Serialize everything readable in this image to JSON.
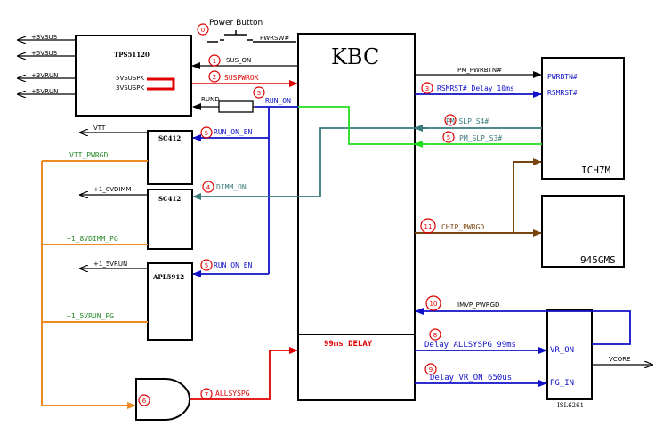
{
  "blocks": {
    "tps": "TPS51120",
    "kbc": "KBC",
    "sc412a": "SC412",
    "sc412b": "SC412",
    "apl": "APL5912",
    "ich": "ICH7M",
    "gms": "945GMS",
    "isl": "ISL6261",
    "delay": "99ms DELAY"
  },
  "power_button": "Power Button",
  "rails": {
    "v3vsus": "+3VSUS",
    "v5vsus": "+5VSUS",
    "v3vrun": "+3VRUN",
    "v5vrun": "+5VRUN",
    "vtt": "VTT",
    "v18dimm": "+1_8VDIMM",
    "v15run": "+1_5VRUN",
    "vcore": "VCORE"
  },
  "pins": {
    "p5vsuspk": "5VSUSPK",
    "p3vsuspk": "3VSUSPK",
    "pwrbtn": "PWRBTN#",
    "rsmrst": "RSMRST#",
    "vr_on": "VR_ON",
    "pg_in": "PG_IN"
  },
  "signals": {
    "pwrsw": "PWRSW#",
    "sus_on": "SUS_ON",
    "suspwrok": "SUSPWROK",
    "rund": "RUND",
    "run_on": "RUN_ON",
    "run_on_en_1": "RUN_ON_EN",
    "run_on_en_2": "RUN_ON_EN",
    "dimm_on": "DIMM_ON",
    "vtt_pwrgd": "VTT_PWRGD",
    "dimm_pg": "+1_8VDIMM_PG",
    "vrun_pg": "+1_5VRUN_PG",
    "allsyspg": "ALLSYSPG",
    "pm_pwrbtn": "PM_PWRBTN#",
    "rsmrst_delay": "RSMRST# Delay 10ms",
    "pm_slp_s4": "PM_SLP_S4#",
    "pm_slp_s3": "PM_SLP_S3#",
    "chip_pwrgd": "CHIP_PWRGD",
    "imvp_pwrgd": "IMVP_PWRGD",
    "delay_allsyspg": "Delay ALLSYSPG 99ms",
    "delay_vr_on": "Delay VR_ON 650us"
  },
  "steps": {
    "s0": "0",
    "s1": "1",
    "s2": "2",
    "s3": "3",
    "s4a": "4",
    "s4b": "4",
    "s5a": "5",
    "s5b": "5",
    "s5c": "5",
    "s5d": "5",
    "s6": "6",
    "s7": "7",
    "s8": "8",
    "s9": "9",
    "s10": "10",
    "s11": "11"
  },
  "colors": {
    "black": "#000000",
    "red": "#e00000",
    "blue": "#1010c8",
    "green": "#22dd22",
    "teal": "#3a7a7a",
    "orange": "#ee8a22",
    "brown": "#7a4410",
    "label_green": "#2a8a2a"
  }
}
